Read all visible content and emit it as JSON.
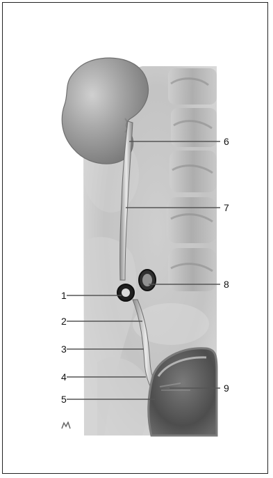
{
  "figure": {
    "labels": [
      {
        "id": "1",
        "text": "1"
      },
      {
        "id": "2",
        "text": "2"
      },
      {
        "id": "3",
        "text": "3"
      },
      {
        "id": "4",
        "text": "4"
      },
      {
        "id": "5",
        "text": "5"
      },
      {
        "id": "6",
        "text": "6"
      },
      {
        "id": "7",
        "text": "7"
      },
      {
        "id": "8",
        "text": "8"
      },
      {
        "id": "9",
        "text": "9"
      }
    ],
    "colors": {
      "tissue": "#b9b9b9",
      "kidney": "#9f9f9f",
      "bone": "#d8d8d8",
      "lines": "#555555",
      "text": "#111111"
    }
  }
}
